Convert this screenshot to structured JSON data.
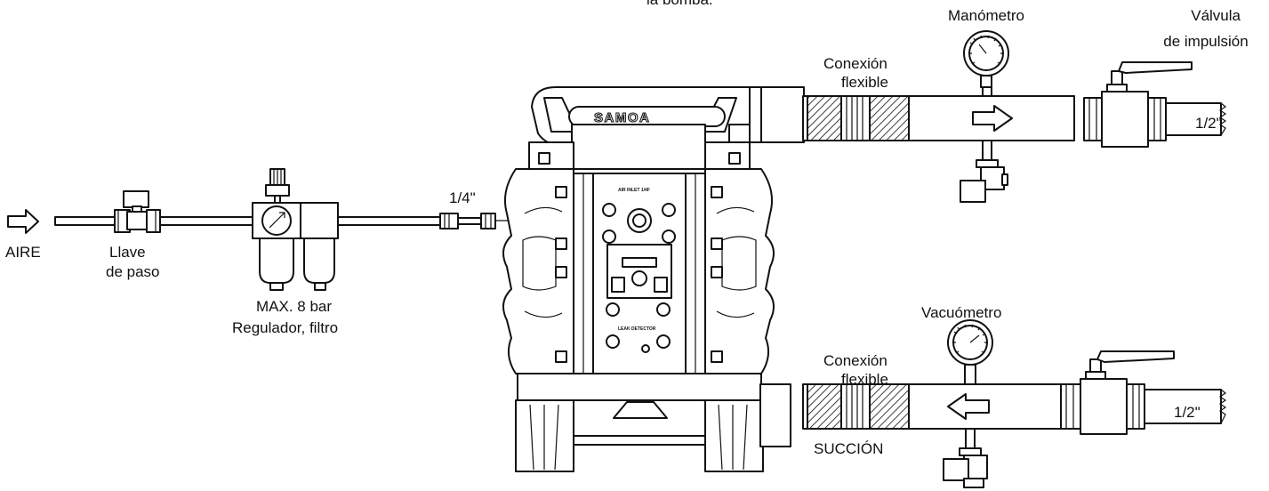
{
  "labels": {
    "top_cut": "la bomba.",
    "aire": "AIRE",
    "llave_line1": "Llave",
    "llave_line2": "de paso",
    "max_bar": "MAX. 8 bar",
    "regulador": "Regulador, filtro",
    "quarter_inch": "1/4\"",
    "manometro": "Manómetro",
    "valvula_line1": "Válvula",
    "valvula_line2": "de impulsión",
    "conexion_top_line1": "Conexión",
    "conexion_top_line2": "flexible",
    "half_inch_top": "1/2\"",
    "vacuometro": "Vacuómetro",
    "conexion_bottom_line1": "Conexión",
    "conexion_bottom_line2": "flexible",
    "half_inch_bottom": "1/2\"",
    "succion": "SUCCIÓN"
  },
  "pump": {
    "brand": "SAMOA",
    "air_inlet": "AIR INLET 1/4F",
    "leak_detector": "LEAK DETECTOR"
  },
  "icons": [
    "arrow-right-icon",
    "gauge-icon",
    "arrow-left-icon"
  ]
}
